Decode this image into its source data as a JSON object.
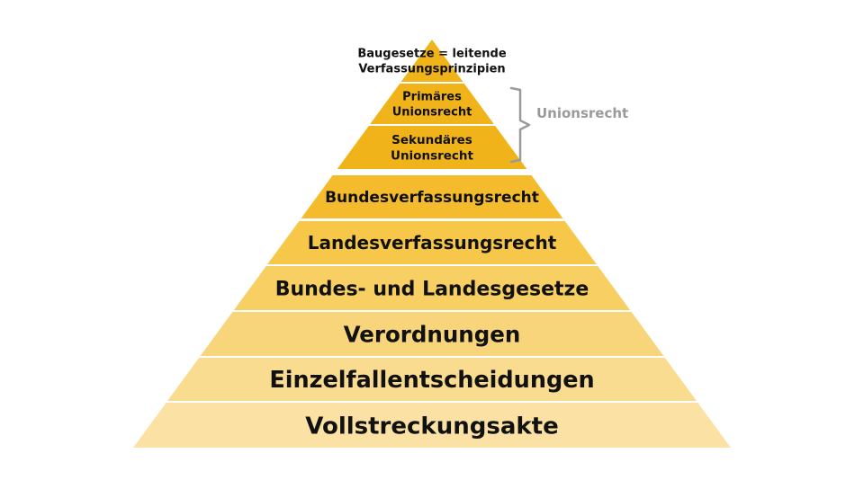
{
  "pyramid": {
    "layers": [
      {
        "lines": [
          "Baugesetze = leitende",
          "Verfassungsprinzipien"
        ],
        "color": "#f0b41a"
      },
      {
        "lines": [
          "Primäres",
          "Unionsrecht"
        ],
        "color": "#f0b41a"
      },
      {
        "lines": [
          "Sekundäres",
          "Unionsrecht"
        ],
        "color": "#f0b41a"
      },
      {
        "lines": [
          "Bundesverfassungsrecht"
        ],
        "color": "#f4bc2c"
      },
      {
        "lines": [
          "Landesverfassungsrecht"
        ],
        "color": "#f6c748"
      },
      {
        "lines": [
          "Bundes- und Landesgesetze"
        ],
        "color": "#f7cf62"
      },
      {
        "lines": [
          "Verordnungen"
        ],
        "color": "#f8d57a"
      },
      {
        "lines": [
          "Einzelfallentscheidungen"
        ],
        "color": "#f9dc8f"
      },
      {
        "lines": [
          "Vollstreckungsakte"
        ],
        "color": "#fbe2a4"
      }
    ]
  },
  "bracket": {
    "label": "Unionsrecht",
    "color": "#9a9a9a"
  }
}
